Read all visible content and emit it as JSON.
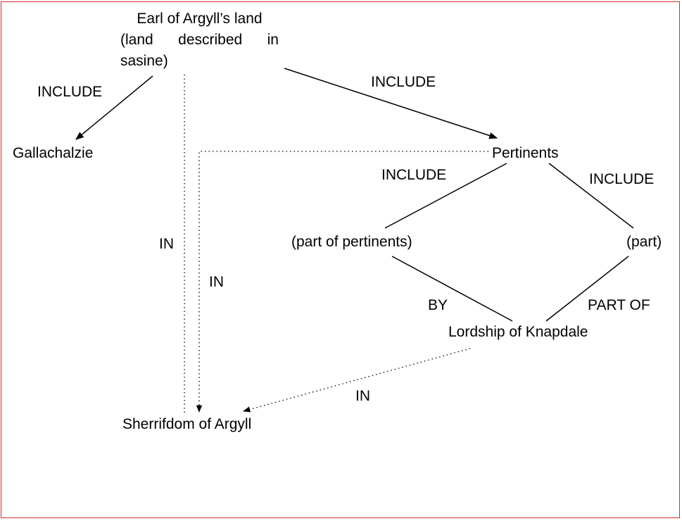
{
  "nodes": {
    "earl_line1": "Earl of Argyll’s land",
    "earl_line2": [
      "(land",
      "described",
      "in"
    ],
    "earl_line3": "sasine)",
    "gallachalzie": "Gallachalzie",
    "pertinents": "Pertinents",
    "part_of_pertinents": "(part of pertinents)",
    "part": "(part)",
    "lordship": "Lordship of Knapdale",
    "sherrifdom": "Sherrifdom of Argyll"
  },
  "edges": {
    "include_gallachalzie": "INCLUDE",
    "include_pertinents": "INCLUDE",
    "include_part_of_pertinents": "INCLUDE",
    "include_part": "INCLUDE",
    "in_earl_sherrifdom": "IN",
    "in_pertinents_sherrifdom": "IN",
    "by": "BY",
    "part_of": "PART OF",
    "in_lordship_sherrifdom": "IN"
  },
  "colors": {
    "border": "#d62a2a",
    "ink": "#000000"
  }
}
